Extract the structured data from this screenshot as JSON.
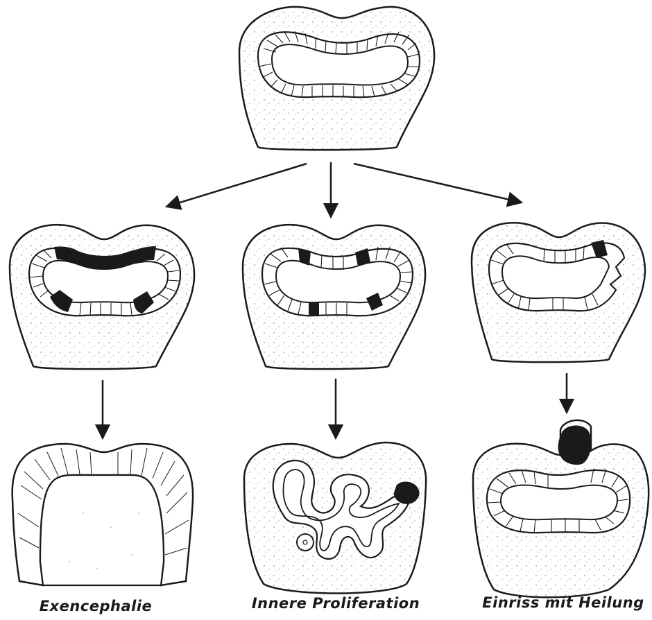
{
  "figure": {
    "captions": {
      "left": "Exencephalie",
      "middle": "Innere Proliferation",
      "right": "Einriss mit Heilung"
    },
    "colors": {
      "ink": "#1a1a1a",
      "paper": "#ffffff",
      "stipple": "#555555"
    }
  }
}
